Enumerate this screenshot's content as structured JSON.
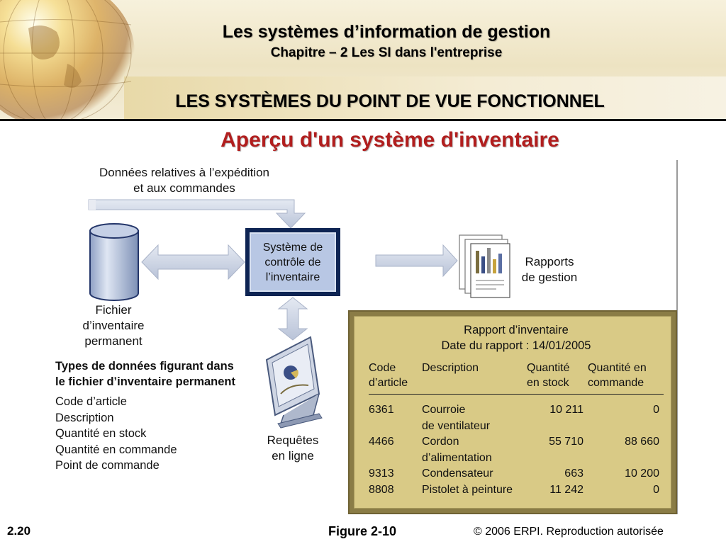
{
  "header": {
    "main_title": "Les systèmes d’information de gestion",
    "chapter": "Chapitre – 2 Les SI dans l'entreprise",
    "section": "LES SYSTÈMES DU POINT DE VUE FONCTIONNEL"
  },
  "slide_title": "Aperçu d'un système d'inventaire",
  "diagram": {
    "shipping_data": [
      "Données relatives à l’expédition",
      "et aux commandes"
    ],
    "inventory_file": [
      "Fichier",
      "d’inventaire",
      "permanent"
    ],
    "control_system": [
      "Système de",
      "contrôle de",
      "l’inventaire"
    ],
    "management_reports": [
      "Rapports",
      "de gestion"
    ],
    "online_queries": [
      "Requêtes",
      "en ligne"
    ],
    "data_types": {
      "heading": [
        "Types de données figurant dans",
        "le fichier d’inventaire permanent"
      ],
      "items": [
        "Code d’article",
        "Description",
        "Quantité en stock",
        "Quantité en commande",
        "Point de commande"
      ]
    },
    "report": {
      "title": "Rapport d’inventaire",
      "date_line": "Date du rapport : 14/01/2005",
      "columns": [
        [
          "Code",
          "d’article"
        ],
        [
          "Description",
          ""
        ],
        [
          "Quantité",
          "en stock"
        ],
        [
          "Quantité en",
          "commande"
        ]
      ],
      "rows": [
        {
          "code": "6361",
          "description": [
            "Courroie",
            "de ventilateur"
          ],
          "in_stock": "10 211",
          "on_order": "0"
        },
        {
          "code": "4466",
          "description": [
            "Cordon",
            "d’alimentation"
          ],
          "in_stock": "55 710",
          "on_order": "88 660"
        },
        {
          "code": "9313",
          "description": [
            "Condensateur"
          ],
          "in_stock": "663",
          "on_order": "10 200"
        },
        {
          "code": "8808",
          "description": [
            "Pistolet à peinture"
          ],
          "in_stock": "11 242",
          "on_order": "0"
        }
      ]
    }
  },
  "footer": {
    "slide_number": "2.20",
    "figure_caption": "Figure 2-10",
    "copyright": "© 2006 ERPI. Reproduction autorisée"
  },
  "colors": {
    "title_red": "#b11e1e",
    "system_box_dark": "#0e2453",
    "system_box_light": "#b8c7e4",
    "arrow_fill": "#c9d1e2",
    "report_frame": "#8a7c46",
    "report_fill": "#d9ca86"
  }
}
